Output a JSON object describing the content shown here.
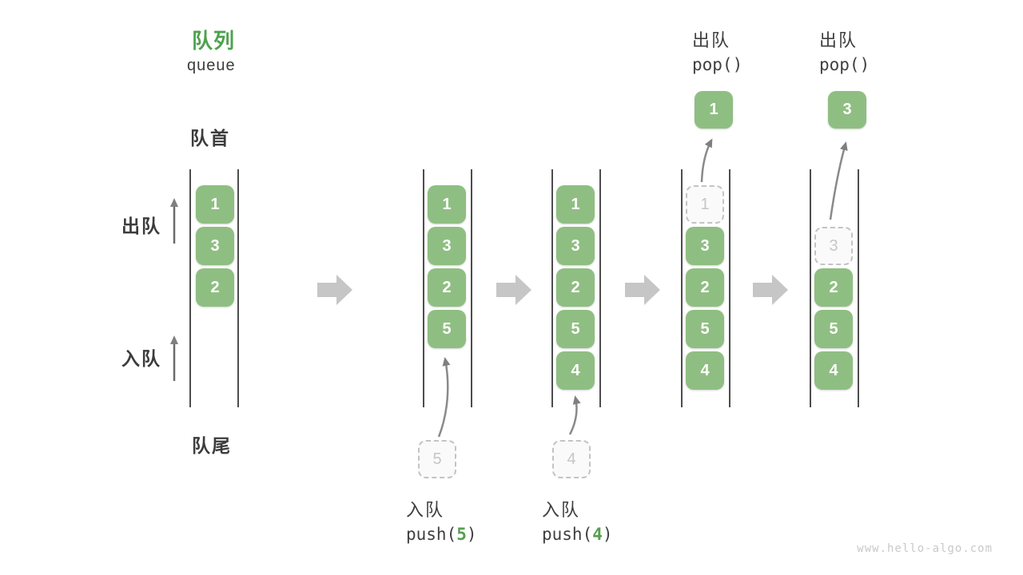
{
  "header": {
    "title_zh": "队列",
    "title_en": "queue"
  },
  "side_labels": {
    "front": "队首",
    "rear": "队尾",
    "dequeue": "出队",
    "enqueue": "入队"
  },
  "columns": [
    {
      "name": "stage-1",
      "slots": [
        {
          "value": "1"
        },
        {
          "value": "3"
        },
        {
          "value": "2"
        }
      ]
    },
    {
      "name": "stage-2",
      "slots": [
        {
          "value": "1"
        },
        {
          "value": "3"
        },
        {
          "value": "2"
        },
        {
          "value": "5"
        }
      ]
    },
    {
      "name": "stage-3",
      "slots": [
        {
          "value": "1"
        },
        {
          "value": "3"
        },
        {
          "value": "2"
        },
        {
          "value": "5"
        },
        {
          "value": "4"
        }
      ]
    },
    {
      "name": "stage-4",
      "slots": [
        {
          "value": "1",
          "state": "popped"
        },
        {
          "value": "3"
        },
        {
          "value": "2"
        },
        {
          "value": "5"
        },
        {
          "value": "4"
        }
      ]
    },
    {
      "name": "stage-5",
      "slots": [
        {
          "value": "3",
          "state": "popped"
        },
        {
          "value": "2"
        },
        {
          "value": "5"
        },
        {
          "value": "4"
        }
      ]
    }
  ],
  "annotations": {
    "push5": {
      "action": "入队",
      "call_open": "push(",
      "arg": "5",
      "call_close": ")",
      "pending": "5"
    },
    "push4": {
      "action": "入队",
      "call_open": "push(",
      "arg": "4",
      "call_close": ")",
      "pending": "4"
    },
    "pop1": {
      "action": "出队",
      "call": "pop()",
      "result": "1"
    },
    "pop3": {
      "action": "出队",
      "call": "pop()",
      "result": "3"
    }
  },
  "watermark": "www.hello-algo.com",
  "colors": {
    "box_green": "#8fbe82",
    "accent_green": "#4ea14e",
    "text_dark": "#3c3c3c",
    "muted_gray": "#c6c6c6",
    "block_arrow_gray": "#c6c6c6",
    "line_gray": "#4d4d4d",
    "curve_arrow_gray": "#8a8a8a"
  }
}
